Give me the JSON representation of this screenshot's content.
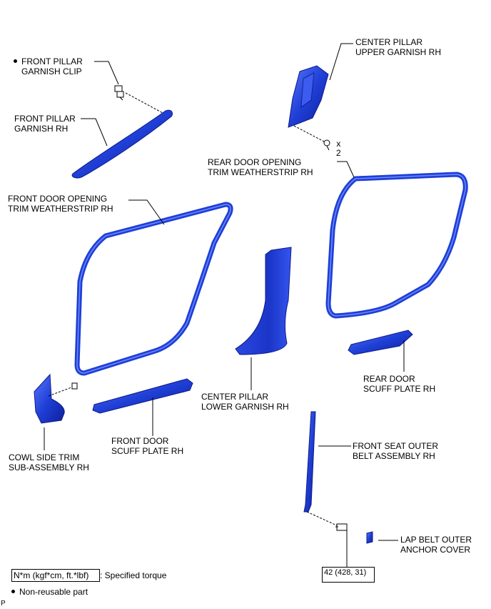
{
  "labels": {
    "front_pillar_garnish_clip": [
      "FRONT PILLAR",
      "GARNISH CLIP"
    ],
    "front_pillar_garnish": [
      "FRONT PILLAR",
      "GARNISH RH"
    ],
    "center_pillar_upper": [
      "CENTER PILLAR",
      "UPPER GARNISH RH"
    ],
    "rear_door_weatherstrip": [
      "REAR DOOR OPENING",
      "TRIM WEATHERSTRIP RH"
    ],
    "front_door_weatherstrip": [
      "FRONT DOOR OPENING",
      "TRIM WEATHERSTRIP RH"
    ],
    "center_pillar_lower": [
      "CENTER PILLAR",
      "LOWER GARNISH RH"
    ],
    "rear_door_scuff": [
      "REAR DOOR",
      "SCUFF PLATE RH"
    ],
    "cowl_side_trim": [
      "COWL SIDE TRIM",
      "SUB-ASSEMBLY RH"
    ],
    "front_door_scuff": [
      "FRONT DOOR",
      "SCUFF PLATE RH"
    ],
    "front_seat_belt": [
      "FRONT SEAT OUTER",
      "BELT ASSEMBLY RH"
    ],
    "lap_belt_cover": [
      "LAP BELT OUTER",
      "ANCHOR COVER"
    ]
  },
  "quantity": {
    "x": "x",
    "count": "2"
  },
  "legend": {
    "torque_units": "N*m (kgf*cm, ft.*lbf)",
    "torque_desc": ": Specified torque",
    "non_reusable": "Non-reusable part"
  },
  "torque_value": "42 (428, 31)",
  "figure_code": "P",
  "colors": {
    "part_blue": "#1f3fd6",
    "part_dark": "#0f1f9a",
    "part_light": "#6f8cff"
  }
}
